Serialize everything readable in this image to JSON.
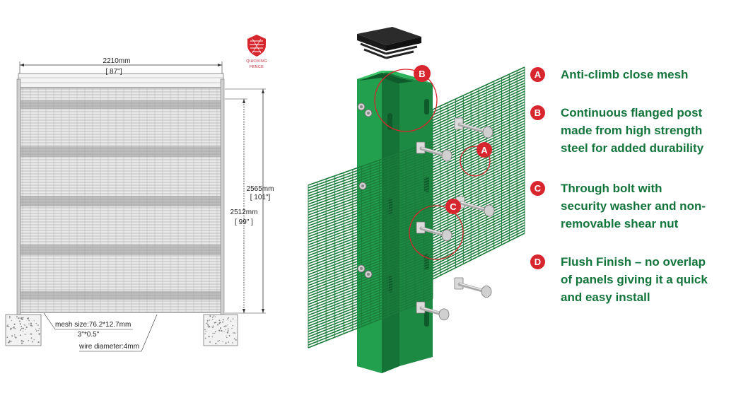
{
  "colors": {
    "accent_red": "#d8262f",
    "text_green": "#14753c",
    "post_green": "#1f9146",
    "mesh_green": "#1b7b3b",
    "drawing_gray": "#555555"
  },
  "logo": {
    "icon": "shield-logo-icon",
    "line1": "QIAOXING",
    "line2": "FENCE"
  },
  "drawing": {
    "width_mm": "2210mm",
    "width_in": "[ 87\"]",
    "height_outer_mm": "2565mm",
    "height_outer_in": "[ 101\"]",
    "height_inner_mm": "2512mm",
    "height_inner_in": "[ 99\" ]",
    "mesh_size_label": "mesh size:76.2*12.7mm",
    "mesh_size_in": "3\"*0.5\"",
    "wire_diameter_label": "wire  diameter:4mm"
  },
  "callouts": [
    "A",
    "B",
    "C"
  ],
  "features": [
    {
      "letter": "A",
      "text": "Anti-climb close mesh"
    },
    {
      "letter": "B",
      "text": "Continuous flanged post\nmade from high strength\nsteel for added durability"
    },
    {
      "letter": "C",
      "text": "Through bolt with\nsecurity washer and non-\nremovable shear nut"
    },
    {
      "letter": "D",
      "text": "Flush Finish – no overlap\nof panels giving it a quick\nand easy install"
    }
  ]
}
